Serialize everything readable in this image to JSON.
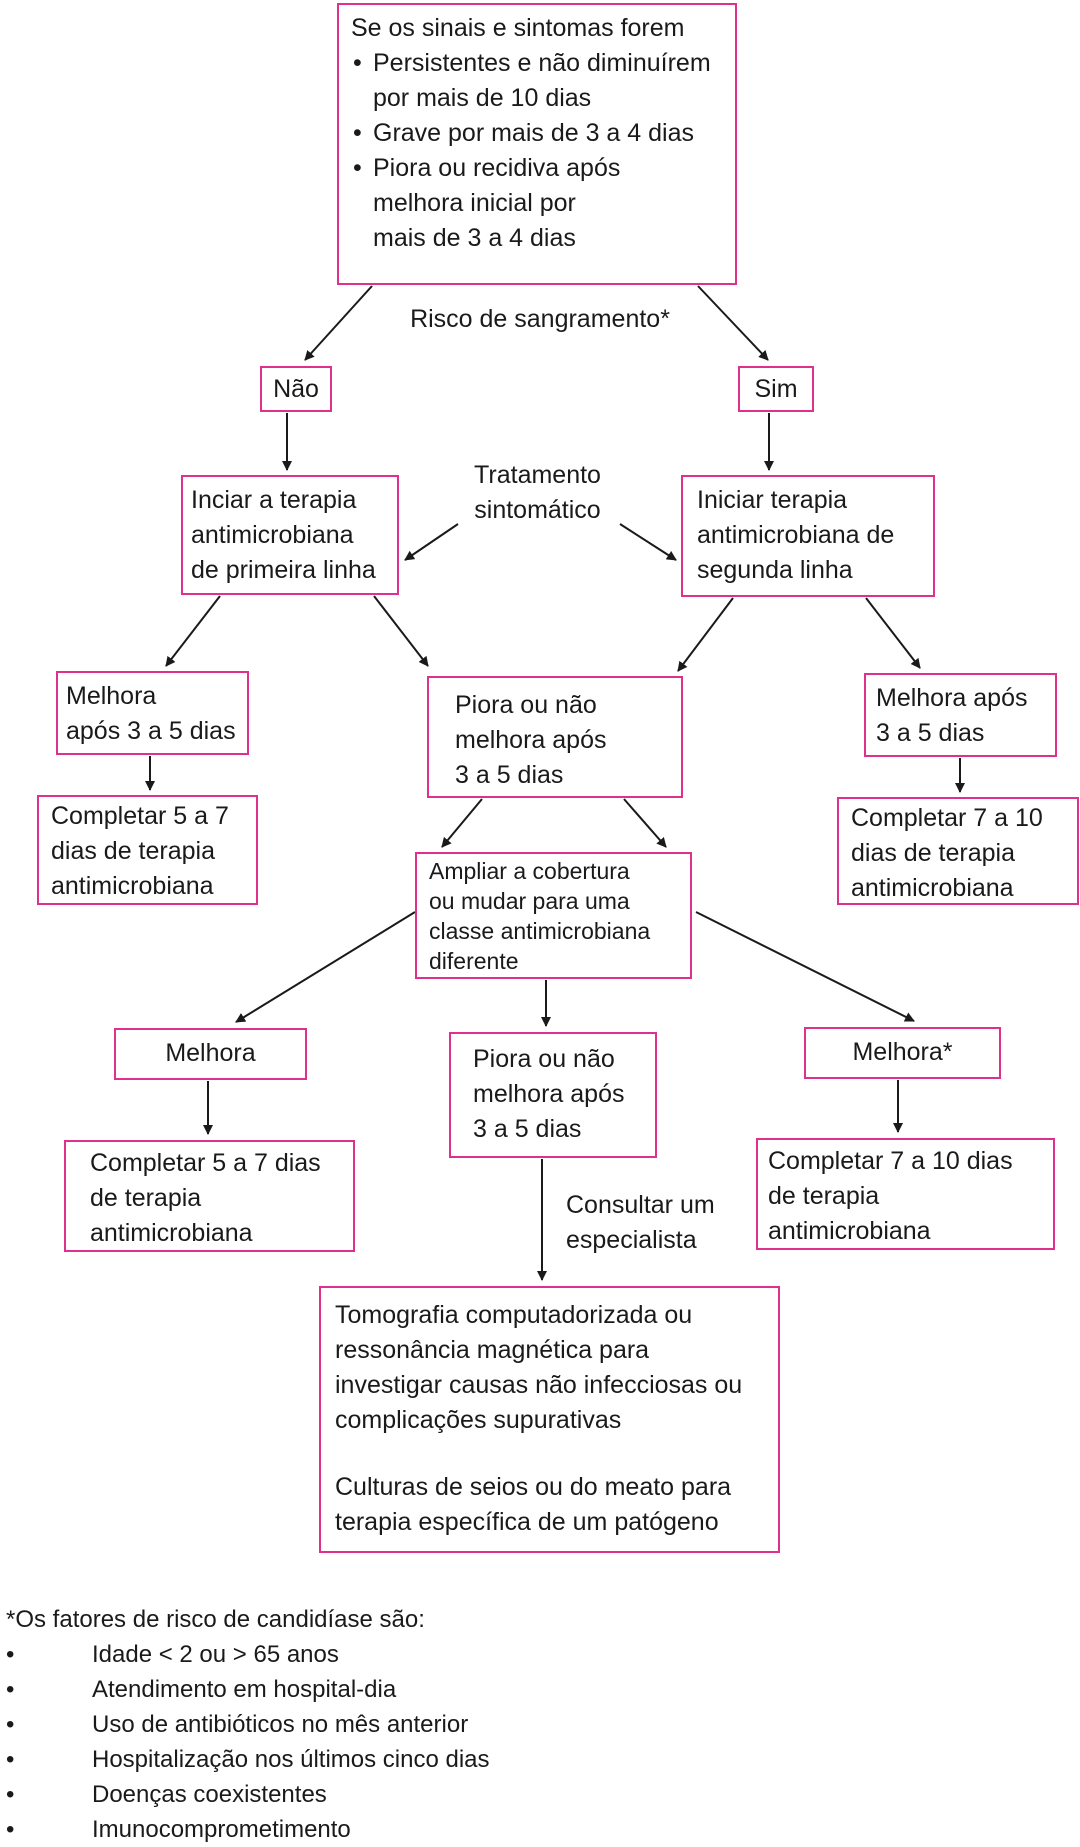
{
  "start": {
    "title": "Se os sinais e sintomas forem",
    "bullets": [
      [
        "Persistentes e não diminuírem",
        "por mais de 10 dias"
      ],
      [
        "Grave por mais de 3 a 4 dias"
      ],
      [
        "Piora ou recidiva após",
        "melhora inicial por",
        "mais de 3 a 4 dias"
      ]
    ]
  },
  "bleed_risk_label": "Risco de sangramento*",
  "no_label": "Não",
  "yes_label": "Sim",
  "first_line": [
    "Inciar a terapia",
    "antimicrobiana",
    "de primeira linha"
  ],
  "second_line": [
    "Iniciar terapia",
    "antimicrobiana de",
    "segunda linha"
  ],
  "symptomatic": [
    "Tratamento",
    "sintomático"
  ],
  "left_improve": [
    "Melhora",
    "após 3 a 5 dias"
  ],
  "left_complete": [
    "Completar 5 a 7",
    "dias de terapia",
    "antimicrobiana"
  ],
  "center_worse": [
    "Piora ou não",
    "melhora após",
    "3 a 5 dias"
  ],
  "right_improve": [
    "Melhora após",
    "3 a 5 dias"
  ],
  "right_complete": [
    "Completar 7 a 10",
    "dias de terapia",
    "antimicrobiana"
  ],
  "broaden": [
    "Ampliar a cobertura",
    "ou mudar para uma",
    "classe antimicrobiana",
    "diferente"
  ],
  "improve2_left": "Melhora",
  "improve2_right": "Melhora*",
  "worse2": [
    "Piora ou não",
    "melhora após",
    "3 a 5 dias"
  ],
  "complete2_left": [
    "Completar 5 a 7 dias",
    "de terapia",
    "antimicrobiana"
  ],
  "complete2_right": [
    "Completar 7 a 10 dias",
    "de terapia",
    "antimicrobiana"
  ],
  "consult": [
    "Consultar um",
    "especialista"
  ],
  "imaging": {
    "paragraph1": [
      "Tomografia computadorizada ou",
      "ressonância magnética para",
      "investigar causas não infecciosas ou",
      "complicações supurativas"
    ],
    "paragraph2": [
      "Culturas de seios ou do meato para",
      "terapia específica de um patógeno"
    ]
  },
  "footnote": {
    "title": "*Os fatores de risco de candidíase são:",
    "items": [
      "Idade < 2 ou > 65 anos",
      "Atendimento em hospital-dia",
      "Uso de antibióticos no mês anterior",
      "Hospitalização nos últimos cinco dias",
      "Doenças coexistentes",
      "Imunocomprometimento"
    ]
  },
  "colors": {
    "box_border": "#e0308e",
    "arrow": "#1a1a1a"
  }
}
